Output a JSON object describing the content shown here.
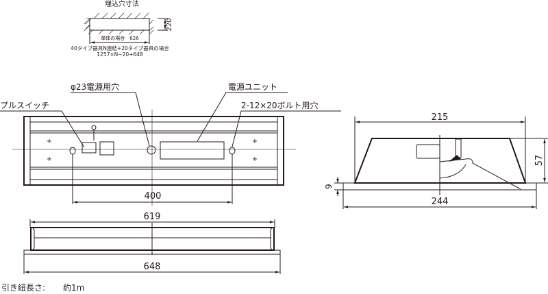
{
  "embed_hole": {
    "title": "埋込穴寸法",
    "height_dim": "220",
    "single_label": "単体の場合　626",
    "chain_label": "40タイプ器具N連結+20タイプ器具の場合",
    "chain_formula": "1257×N−20+648"
  },
  "top_view": {
    "pull_switch": "プルスイッチ",
    "power_hole": "φ23電源用穴",
    "power_unit": "電源ユニット",
    "bolt_holes": "2-12×20ボルト用穴",
    "bolt_pitch": "400"
  },
  "side_view": {
    "inner_length": "619",
    "outer_length": "648"
  },
  "end_view": {
    "width_top": "215",
    "height": "57",
    "flange": "9",
    "width_bottom": "244"
  },
  "note": {
    "label": "引き紐長さ:",
    "value": "約1m"
  }
}
